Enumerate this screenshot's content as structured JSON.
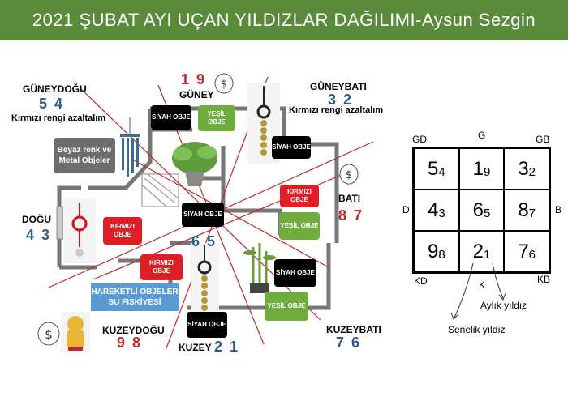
{
  "title": "2021 ŞUBAT AYI UÇAN YILDIZLAR DAĞILIMI-Aysun Sezgin",
  "directions": {
    "guneydogu": "GÜNEYDOĞU",
    "guney": "GÜNEY",
    "guneybati": "GÜNEYBATI",
    "dogu": "DOĞU",
    "bati": "BATI",
    "kuzeydogu": "KUZEYDOĞU",
    "kuzey": "KUZEY",
    "kuzeybati": "KUZEYBATI"
  },
  "numbers": {
    "guneydogu": "5 4",
    "guney": "1 9",
    "guneybati": "3 2",
    "dogu": "4 3",
    "bati": "8 7",
    "merkez": "6 5",
    "kuzeydogu": "9 8",
    "kuzey": "2 1",
    "kuzeybati": "7 6"
  },
  "notes": {
    "guneydogu": "Kırmızı rengi azaltalım",
    "guneybati": "Kırmızı rengi azaltalım"
  },
  "objects": {
    "siyah": "SİYAH OBJE",
    "yesil": "YEŞİL OBJE",
    "kirmizi": "KIRMIZI OBJE",
    "beyaz_metal": "Beyaz renk ve Metal Objeler",
    "hareketli": "HAREKETLİ OBJELER SU FISKİYESİ"
  },
  "colors": {
    "header": "#5a8a3a",
    "red_number": "#c0282d",
    "blue_number": "#2f5a86",
    "black_box": "#000000",
    "green_box": "#6fae3e",
    "red_box": "#e01e25",
    "blue_box": "#5b9bd5",
    "diagonal_line": "#c0282d"
  },
  "grid_labels": {
    "gd": "GD",
    "g": "G",
    "gb": "GB",
    "d": "D",
    "b": "B",
    "kd": "KD",
    "k": "K",
    "kb": "KB"
  },
  "grid_cells": [
    {
      "big": "5",
      "small": "4"
    },
    {
      "big": "1",
      "small": "9"
    },
    {
      "big": "3",
      "small": "2"
    },
    {
      "big": "4",
      "small": "3"
    },
    {
      "big": "6",
      "small": "5"
    },
    {
      "big": "8",
      "small": "7"
    },
    {
      "big": "9",
      "small": "8"
    },
    {
      "big": "2",
      "small": "1"
    },
    {
      "big": "7",
      "small": "6"
    }
  ],
  "legend": {
    "aylik": "Aylık yıldız",
    "senelik": "Senelik yıldız"
  }
}
